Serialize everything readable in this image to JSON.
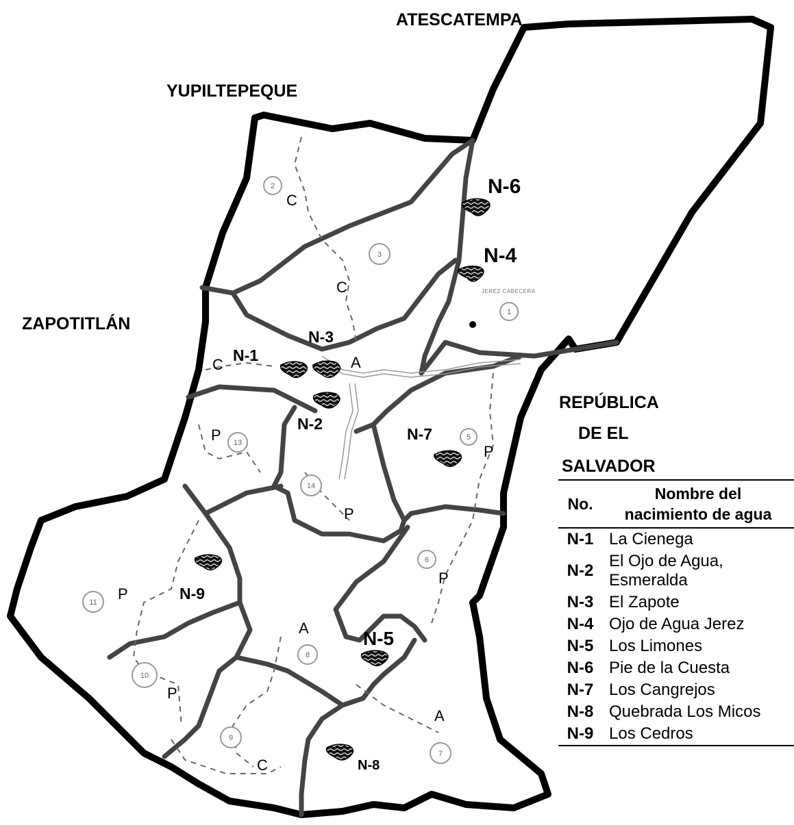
{
  "neighbors": {
    "north": "ATESCATEMPA",
    "northwest": "YUPILTEPEQUE",
    "west": "ZAPOTITLÁN",
    "east_line1": "REPÚBLICA",
    "east_line2": "DE EL",
    "east_line3": "SALVADOR"
  },
  "town_label": "JEREZ CABECERA",
  "springs": [
    {
      "code": "N-1",
      "name": "La Cienega"
    },
    {
      "code": "N-2",
      "name": "El Ojo de Agua, Esmeralda"
    },
    {
      "code": "N-3",
      "name": "El Zapote"
    },
    {
      "code": "N-4",
      "name": "Ojo de Agua Jerez"
    },
    {
      "code": "N-5",
      "name": "Los Limones"
    },
    {
      "code": "N-6",
      "name": "Pie de la Cuesta"
    },
    {
      "code": "N-7",
      "name": "Los Cangrejos"
    },
    {
      "code": "N-8",
      "name": "Quebrada Los Micos"
    },
    {
      "code": "N-9",
      "name": "Los Cedros"
    }
  ],
  "zone_letters": [
    "C",
    "C",
    "C",
    "A",
    "P",
    "P",
    "P",
    "P",
    "P",
    "A",
    "A",
    "P",
    "C"
  ],
  "circle_numbers": [
    "1",
    "2",
    "3",
    "5",
    "6",
    "7",
    "8",
    "9",
    "10",
    "11",
    "13",
    "14"
  ],
  "legend": {
    "col_no": "No.",
    "col_name_line1": "Nombre del",
    "col_name_line2": "nacimiento de agua",
    "rows": [
      {
        "code": "N-1",
        "name": "La Cienega"
      },
      {
        "code": "N-2",
        "name_line1": "El Ojo de Agua,",
        "name_line2": "Esmeralda"
      },
      {
        "code": "N-3",
        "name": "El Zapote"
      },
      {
        "code": "N-4",
        "name": "Ojo de Agua Jerez"
      },
      {
        "code": "N-5",
        "name": "Los Limones"
      },
      {
        "code": "N-6",
        "name": "Pie de la Cuesta"
      },
      {
        "code": "N-7",
        "name": "Los Cangrejos"
      },
      {
        "code": "N-8",
        "name": "Quebrada Los Micos"
      },
      {
        "code": "N-9",
        "name": "Los Cedros"
      }
    ]
  },
  "colors": {
    "ink": "#000000",
    "road": "#888888",
    "circle": "#999999",
    "background": "#ffffff"
  }
}
